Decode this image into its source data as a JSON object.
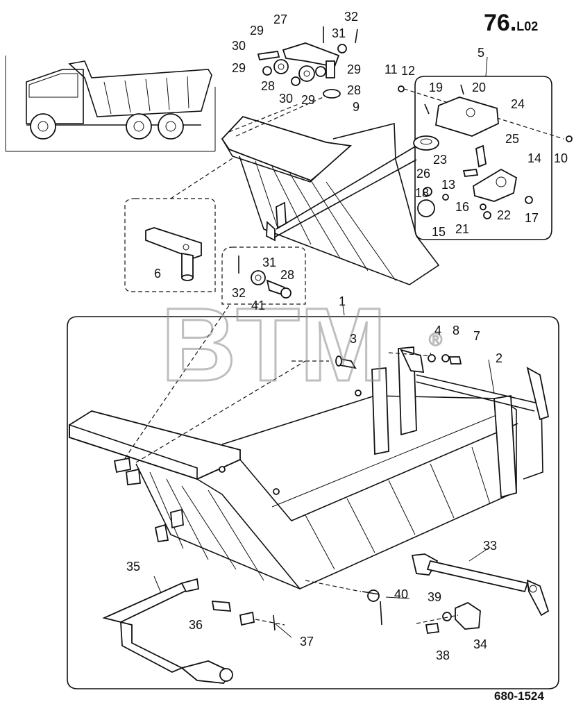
{
  "page_title": {
    "main": "76.",
    "suffix": "L02"
  },
  "drawing_number": "680-1524",
  "watermark": {
    "text": "BTM",
    "mark": "®"
  },
  "part_labels": {
    "p1": "1",
    "p2": "2",
    "p3": "3",
    "p4": "4",
    "p5": "5",
    "p6": "6",
    "p7": "7",
    "p8": "8",
    "p9": "9",
    "p10": "10",
    "p11": "11",
    "p12": "12",
    "p13": "13",
    "p14": "14",
    "p15": "15",
    "p16": "16",
    "p17": "17",
    "p18": "18",
    "p19": "19",
    "p20": "20",
    "p21": "21",
    "p22": "22",
    "p23": "23",
    "p24": "24",
    "p25": "25",
    "p26": "26",
    "p27": "27",
    "p28a": "28",
    "p28b": "28",
    "p28c": "28",
    "p29a": "29",
    "p29b": "29",
    "p29c": "29",
    "p29d": "29",
    "p30a": "30",
    "p30b": "30",
    "p31a": "31",
    "p31b": "31",
    "p32a": "32",
    "p32b": "32",
    "p33": "33",
    "p34": "34",
    "p35": "35",
    "p36": "36",
    "p37": "37",
    "p38": "38",
    "p39": "39",
    "p40": "40",
    "p41": "41"
  }
}
